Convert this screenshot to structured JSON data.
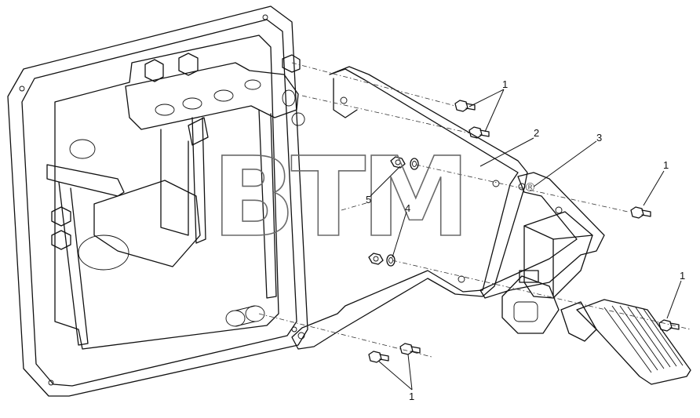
{
  "watermark": {
    "text": "BTM",
    "registered": "®"
  },
  "callouts": {
    "c1_top": "1",
    "c1_right": "1",
    "c1_lower_right": "1",
    "c1_bottom": "1",
    "c2": "2",
    "c3": "3",
    "c4": "4",
    "c5": "5"
  }
}
